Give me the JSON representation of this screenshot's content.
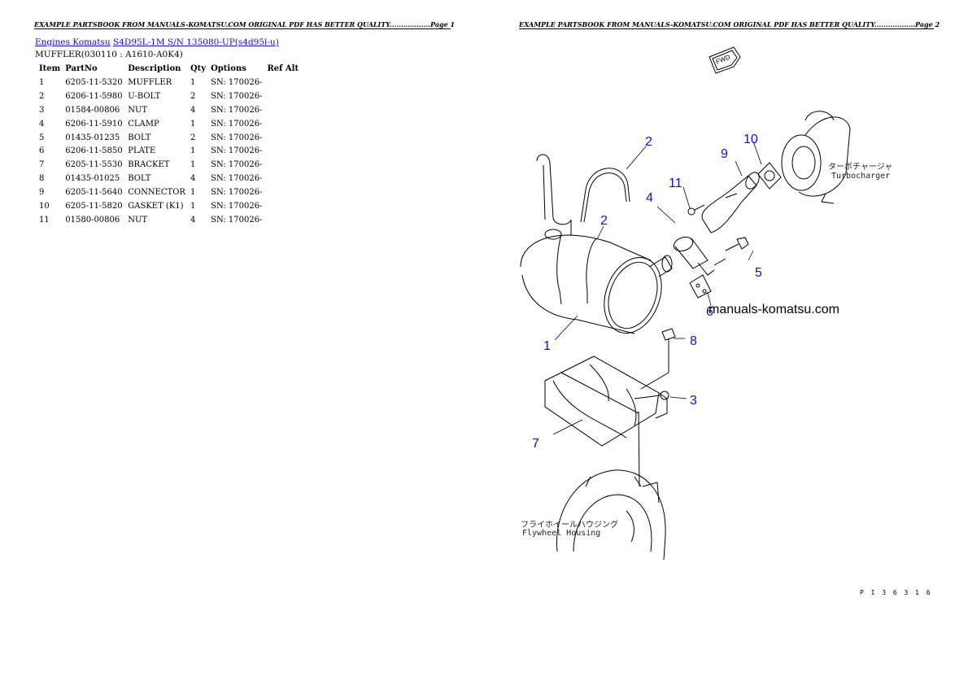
{
  "header": {
    "left_text": "EXAMPLE PARTSBOOK FROM MANUALS-KOMATSU.COM ORIGINAL PDF HAS BETTER QUALITY..................Page 1",
    "right_text": "EXAMPLE PARTSBOOK FROM MANUALS-KOMATSU.COM ORIGINAL PDF HAS BETTER QUALITY..................Page 2"
  },
  "breadcrumb": {
    "link1": "Engines Komatsu",
    "link2": "S4D95L-1M S/N 135080-UP(s4d95l-u)"
  },
  "subtitle": "MUFFLER(030110 : A1610-A0K4)",
  "table": {
    "headers": [
      "Item",
      "PartNo",
      "Description",
      "Qty",
      "Options",
      "Ref Alt"
    ],
    "rows": [
      [
        "1",
        "6205-11-5320",
        "MUFFLER",
        "1",
        "SN: 170026-",
        ""
      ],
      [
        "2",
        "6206-11-5980",
        "U-BOLT",
        "2",
        "SN: 170026-",
        ""
      ],
      [
        "3",
        "01584-00806",
        "NUT",
        "4",
        "SN: 170026-",
        ""
      ],
      [
        "4",
        "6206-11-5910",
        "CLAMP",
        "1",
        "SN: 170026-",
        ""
      ],
      [
        "5",
        "01435-01235",
        "BOLT",
        "2",
        "SN: 170026-",
        ""
      ],
      [
        "6",
        "6206-11-5850",
        "PLATE",
        "1",
        "SN: 170026-",
        ""
      ],
      [
        "7",
        "6205-11-5530",
        "BRACKET",
        "1",
        "SN: 170026-",
        ""
      ],
      [
        "8",
        "01435-01025",
        "BOLT",
        "4",
        "SN: 170026-",
        ""
      ],
      [
        "9",
        "6205-11-5640",
        "CONNECTOR",
        "1",
        "SN: 170026-",
        ""
      ],
      [
        "10",
        "6205-11-5820",
        "GASKET (K1)",
        "1",
        "SN: 170026-",
        ""
      ],
      [
        "11",
        "01580-00806",
        "NUT",
        "4",
        "SN: 170026-",
        ""
      ]
    ]
  },
  "diagram": {
    "callouts": [
      "1",
      "2",
      "2",
      "3",
      "4",
      "5",
      "6",
      "7",
      "8",
      "9",
      "10",
      "11"
    ],
    "fwd_label": "FWD",
    "turbo_jp": "ターボチャージャ",
    "turbo_en": "Turbocharger",
    "flywheel_jp": "フライホイールハウジング",
    "flywheel_en": "Flywheel Housing",
    "watermark": "manuals-komatsu.com",
    "figure_code": "P I 3 6 3 1 6",
    "callout_color": "#1010c8"
  }
}
